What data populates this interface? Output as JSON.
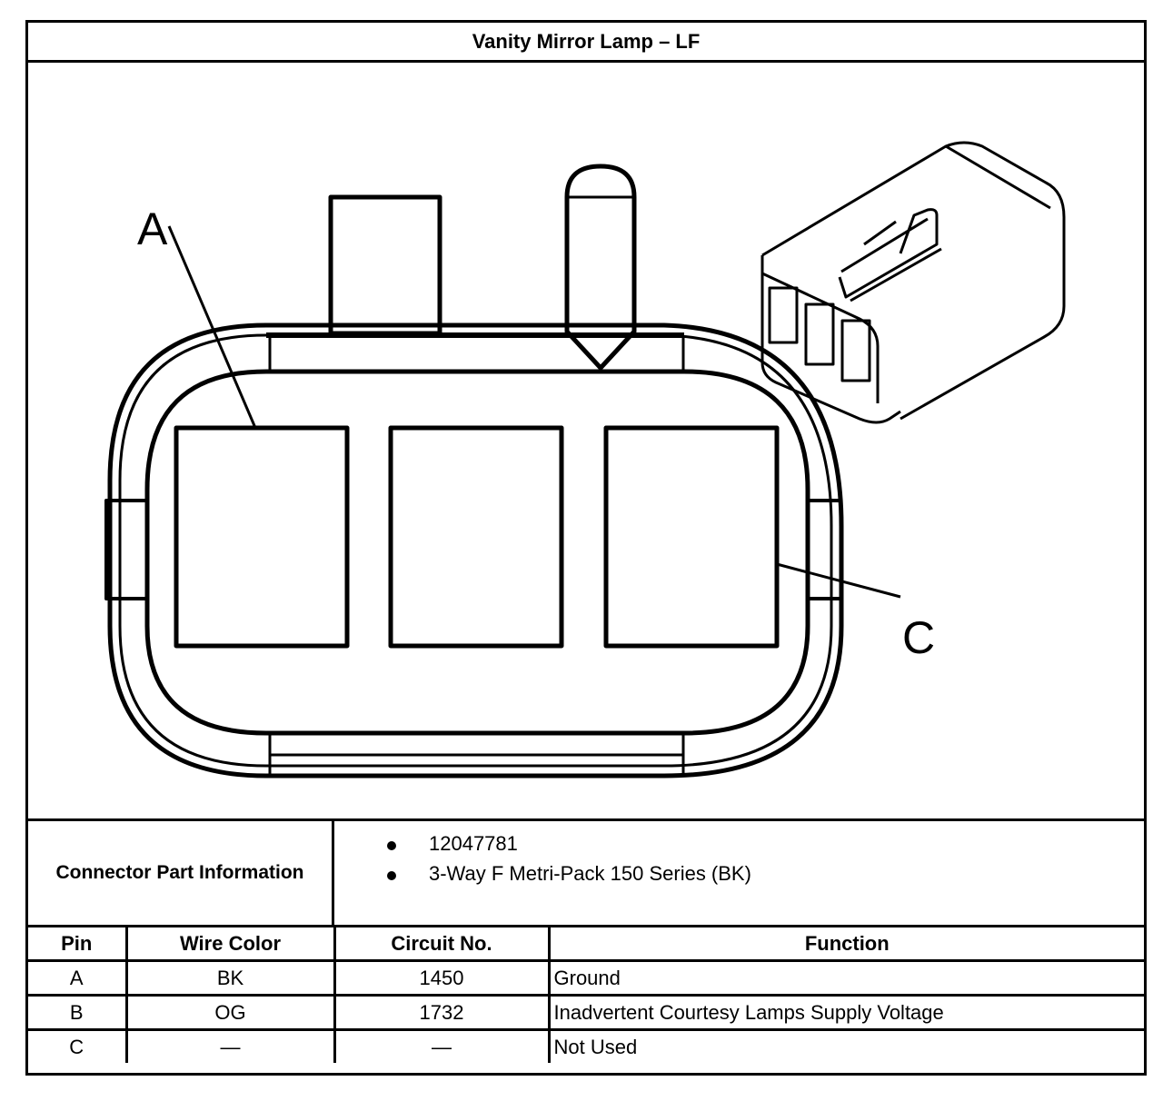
{
  "title": "Vanity Mirror Lamp – LF",
  "diagram": {
    "cavity_labels": [
      "A",
      "C"
    ]
  },
  "connector_info": {
    "label": "Connector Part Information",
    "items": [
      "12047781",
      "3-Way F Metri-Pack 150 Series (BK)"
    ]
  },
  "table": {
    "headers": [
      "Pin",
      "Wire Color",
      "Circuit No.",
      "Function"
    ],
    "rows": [
      [
        "A",
        "BK",
        "1450",
        "Ground"
      ],
      [
        "B",
        "OG",
        "1732",
        "Inadvertent Courtesy Lamps Supply Voltage"
      ],
      [
        "C",
        "—",
        "—",
        "Not Used"
      ]
    ]
  }
}
